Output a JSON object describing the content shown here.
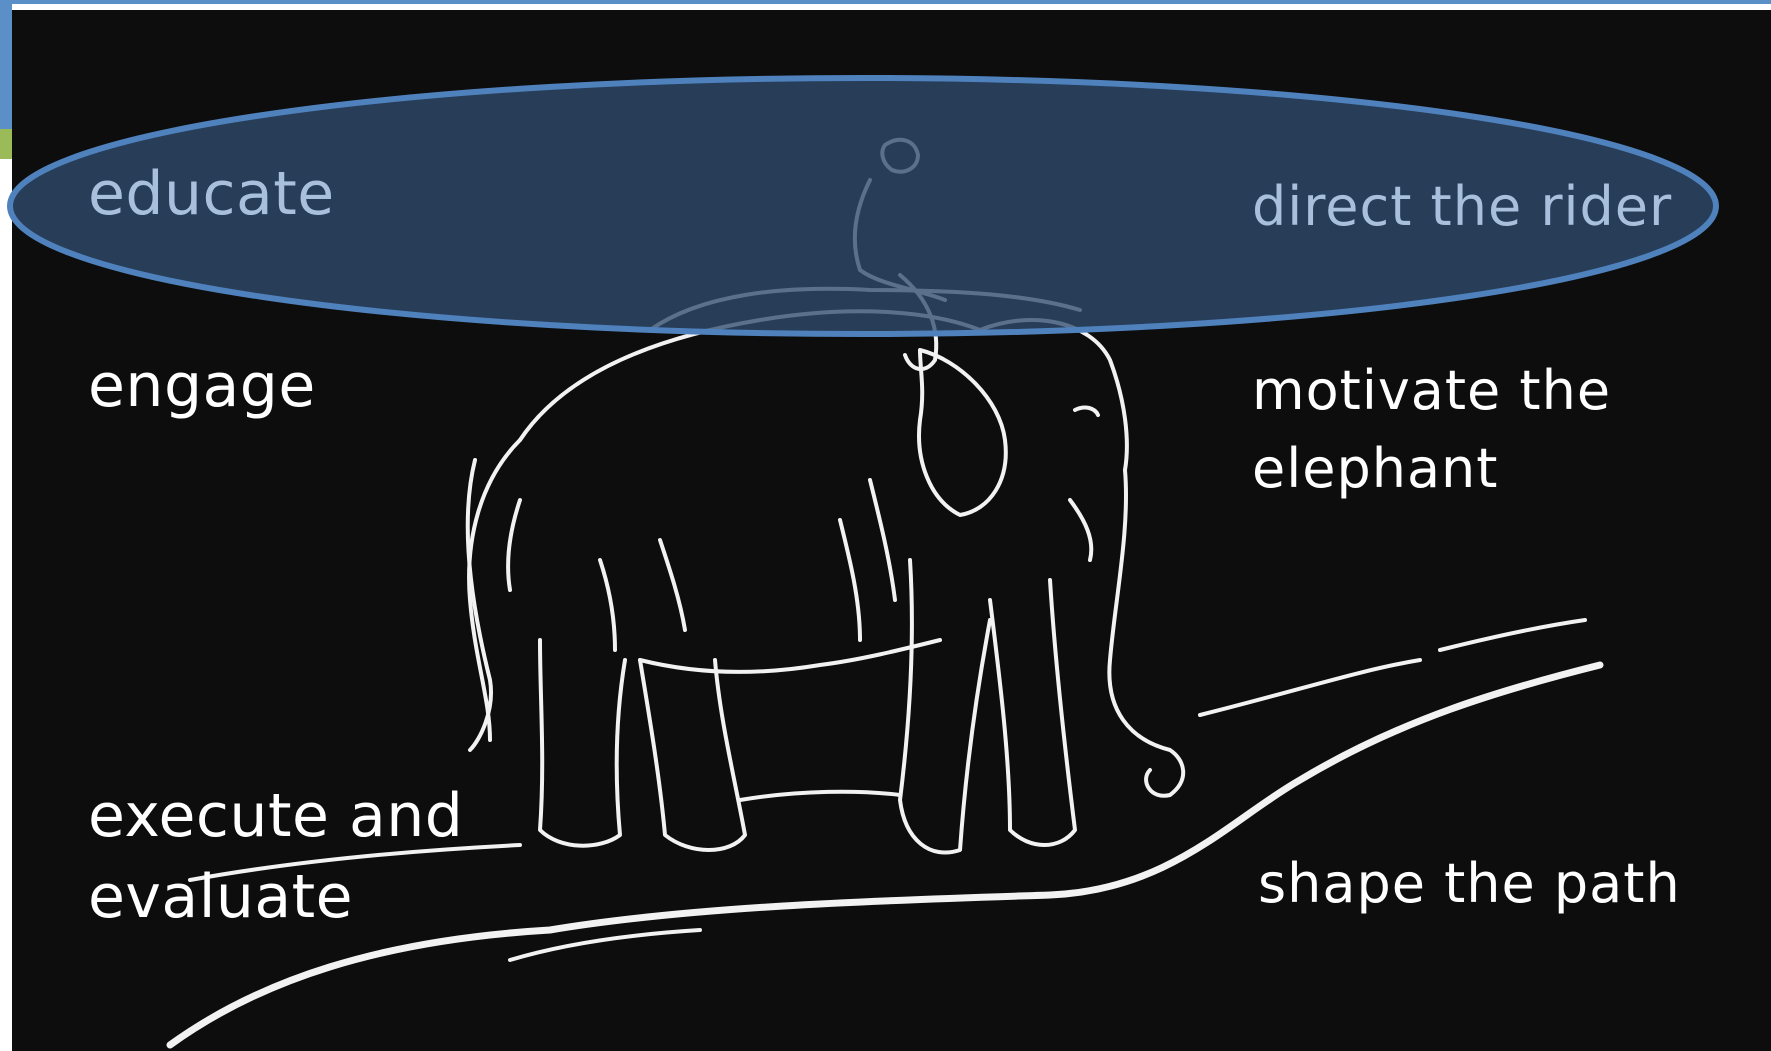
{
  "slide": {
    "left_labels": {
      "educate": "educate",
      "engage": "engage",
      "execute_line1": "execute and",
      "execute_line2": "evaluate"
    },
    "right_labels": {
      "direct": "direct the rider",
      "motivate_line1": "motivate the",
      "motivate_line2": "elephant",
      "shape": "shape the path"
    }
  },
  "colors": {
    "background": "#0d0d0d",
    "line_art": "#f2f2f2",
    "ellipse_fill": "#2f4b6e",
    "ellipse_stroke": "#4f81bd",
    "dim_text": "#a9c0dd",
    "frame_blue": "#5b8fc7",
    "frame_green": "#9bbb59"
  }
}
